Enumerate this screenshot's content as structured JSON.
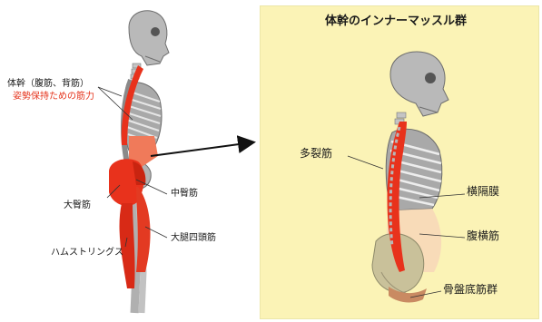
{
  "left_figure": {
    "trunk_label": "体幹（腹筋、背筋）",
    "posture_label": "姿勢保持ための筋力",
    "gluteus_maximus": "大臀筋",
    "gluteus_medius": "中臀筋",
    "hamstrings": "ハムストリングス",
    "quadriceps": "大腿四頭筋"
  },
  "right_panel": {
    "title": "体幹のインナーマッスル群",
    "multifidus": "多裂筋",
    "diaphragm": "横隔膜",
    "transversus": "腹横筋",
    "pelvic_floor": "骨盤底筋群"
  },
  "colors": {
    "panel_bg": "#fbf3b6",
    "muscle_red": "#e8321c",
    "muscle_light": "#f07a5a",
    "bone_gray": "#b9b9b9",
    "label_red": "#e5331b"
  }
}
